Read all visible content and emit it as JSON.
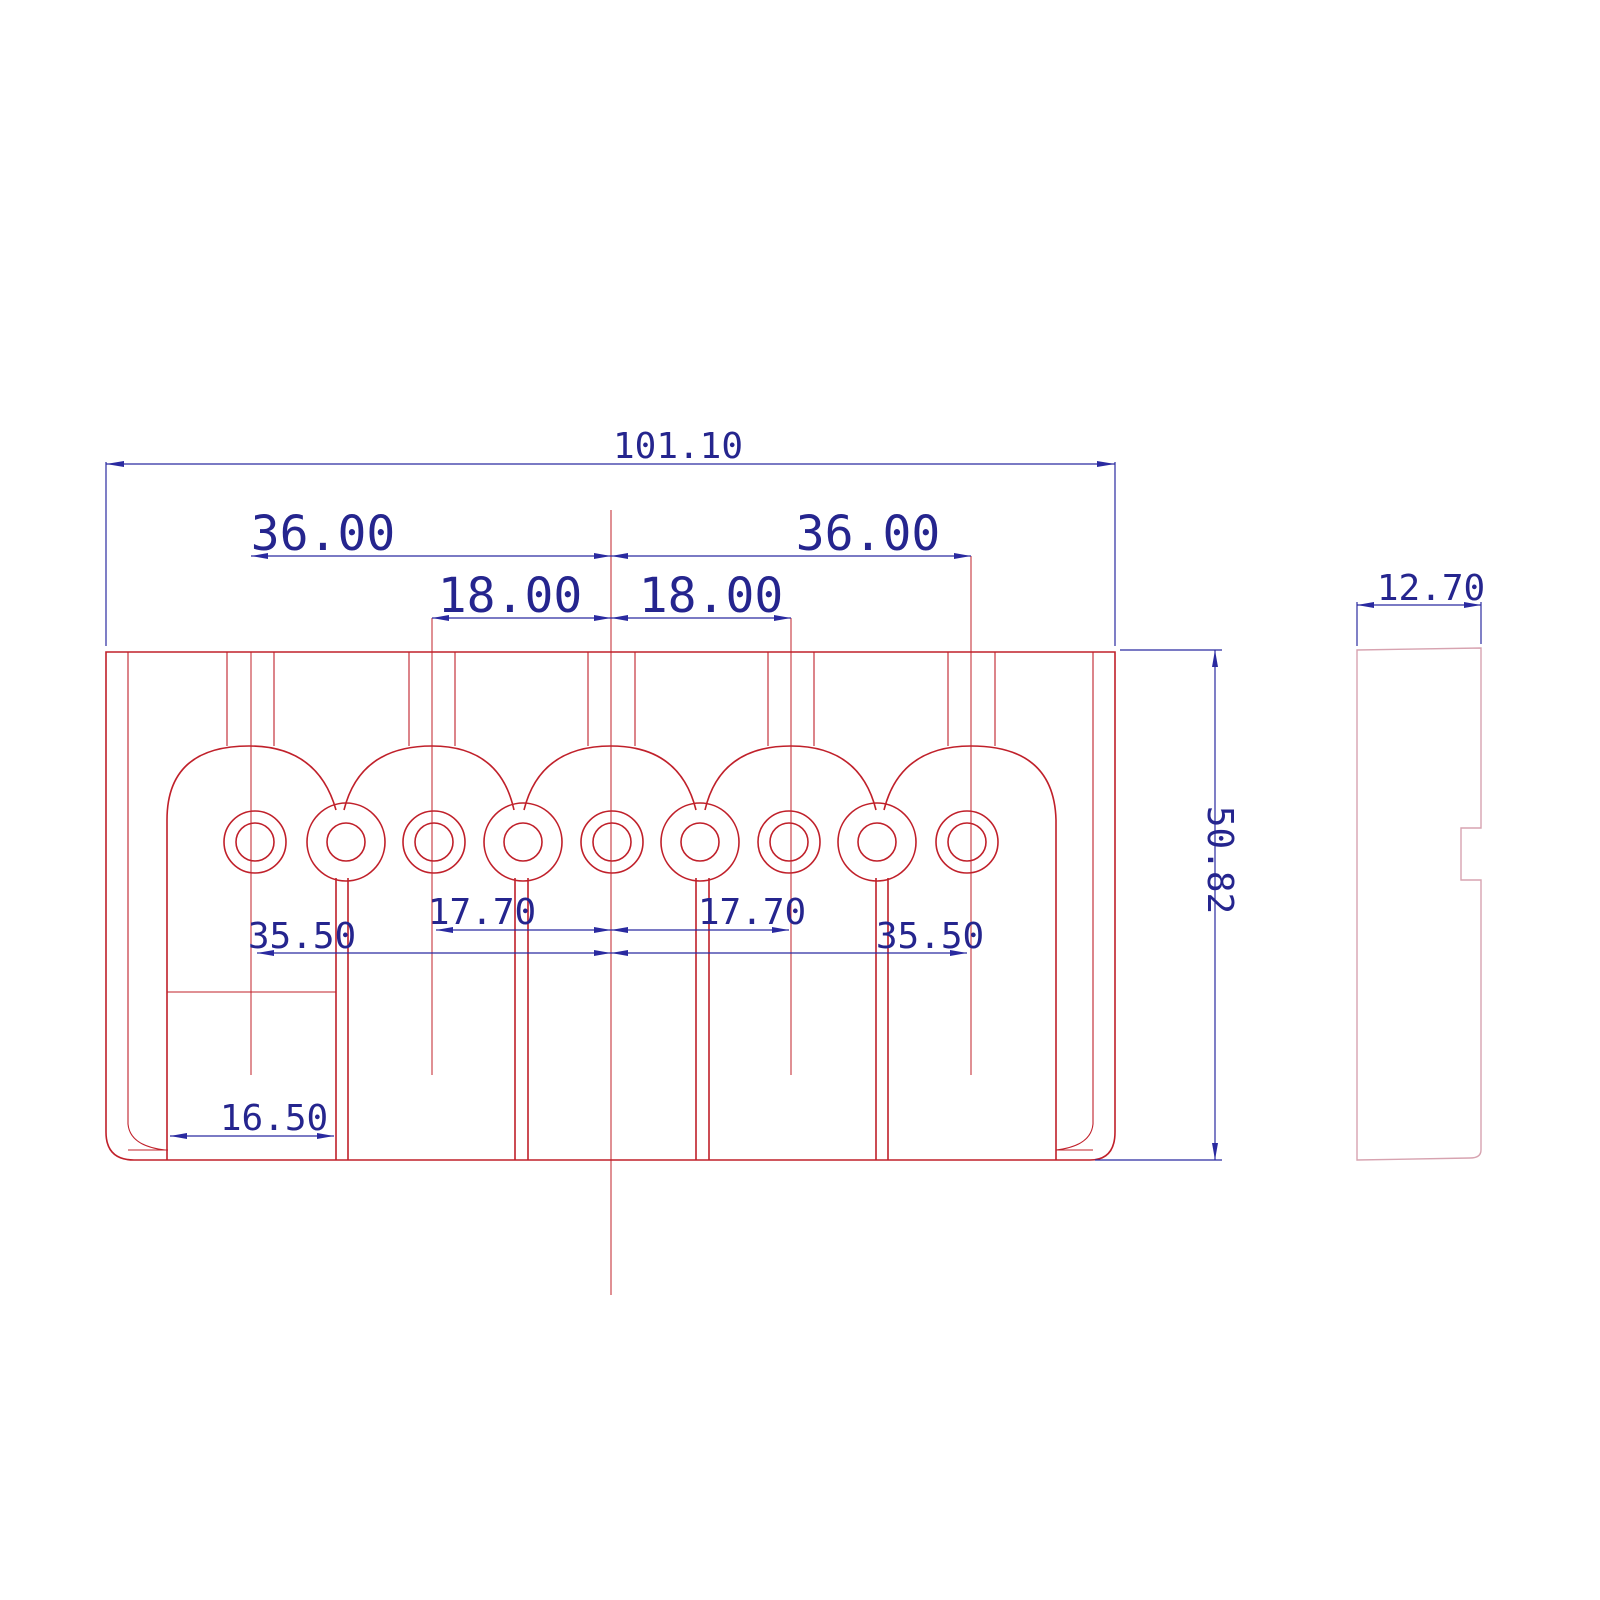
{
  "colors": {
    "part_outline": "#c0202a",
    "dimension": "#2a2aa0",
    "side_view": "#d7a3b0",
    "background": "#ffffff"
  },
  "dimensions": {
    "overall_width": "101.10",
    "outer_spacing_left": "36.00",
    "outer_spacing_right": "36.00",
    "inner_spacing_left": "18.00",
    "inner_spacing_right": "18.00",
    "lower_inner_left": "17.70",
    "lower_inner_right": "17.70",
    "lower_outer_left": "35.50",
    "lower_outer_right": "35.50",
    "saddle_width": "16.50",
    "height": "50.82",
    "depth": "12.70"
  }
}
